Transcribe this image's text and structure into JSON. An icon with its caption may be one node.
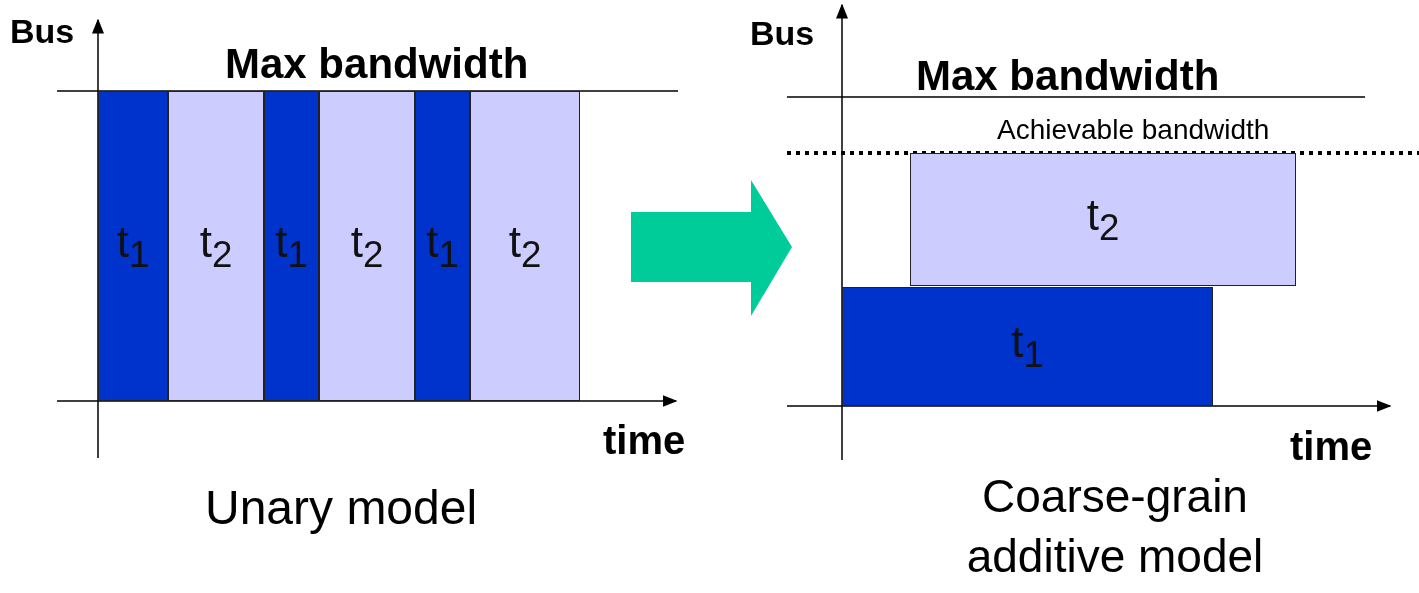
{
  "diagram": {
    "nodes": [
      {
        "text": [
          "t$_{1}$"
        ]
      },
      {
        "text": [
          "t$_{2}$"
        ]
      },
      {
        "text": [
          "t$_{1}$"
        ]
      },
      {
        "text": [
          "t$_{2}$"
        ]
      },
      {
        "text": [
          "t$_{1}$"
        ]
      },
      {
        "text": [
          "t$_{2}$"
        ]
      },
      {
        "text": [
          "t$_{2}$"
        ]
      },
      {
        "text": [
          "t$_{1}$"
        ]
      }
    ],
    "edges": [],
    "labels": [
      "Bus",
      "Max bandwidth",
      "time",
      "Unary model",
      "Bus",
      "Max bandwidth",
      "Achievable bandwidth",
      "time",
      "Coarse-grain additive model"
    ]
  }
}
